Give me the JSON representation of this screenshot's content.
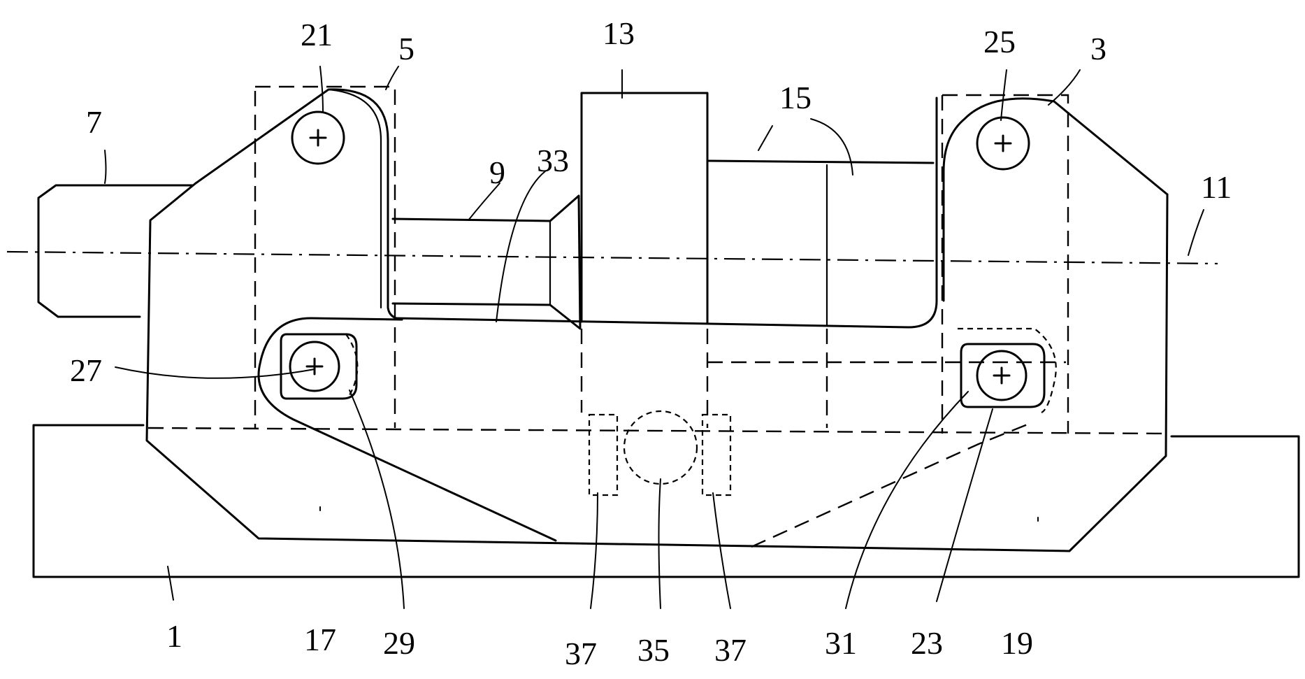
{
  "labels": {
    "l1": "1",
    "l3": "3",
    "l5": "5",
    "l7": "7",
    "l9": "9",
    "l11": "11",
    "l13": "13",
    "l15": "15",
    "l17": "17",
    "l19": "19",
    "l21": "21",
    "l23": "23",
    "l25": "25",
    "l27": "27",
    "l29": "29",
    "l31": "31",
    "l33": "33",
    "l35": "35",
    "l37a": "37",
    "l37b": "37"
  }
}
